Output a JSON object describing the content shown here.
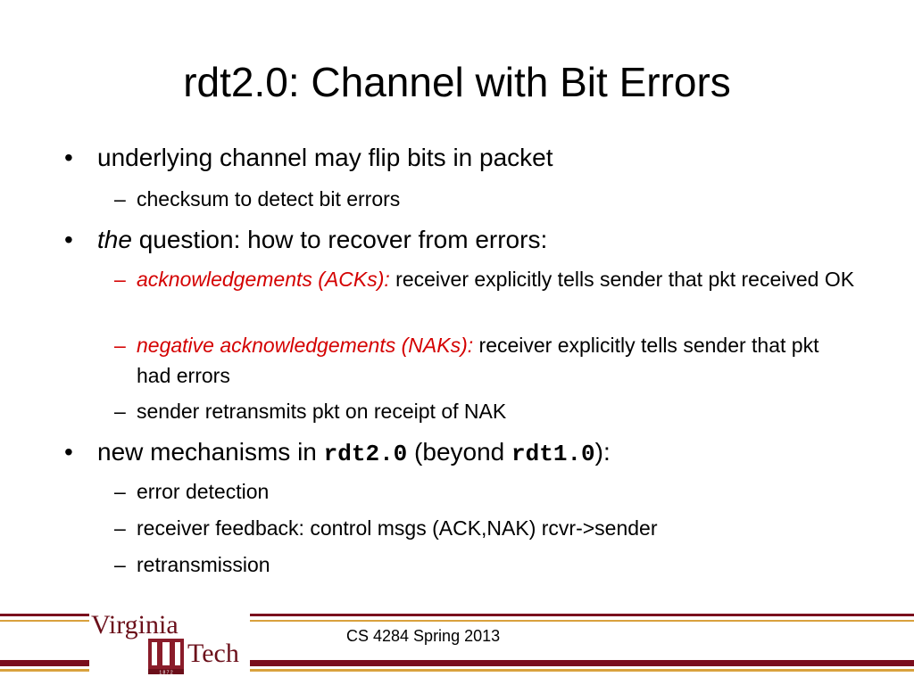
{
  "slide": {
    "title": "rdt2.0: Channel with Bit Errors",
    "bullets": {
      "b1": {
        "bullet": "•",
        "text": "underlying channel may flip bits in packet"
      },
      "b1_1": {
        "dash": "–",
        "text": "checksum to detect bit errors"
      },
      "b2": {
        "bullet": "•",
        "em": "the",
        "text": " question: how to recover from errors:"
      },
      "b2_1": {
        "dash": "–",
        "term": "acknowledgements (ACKs):",
        "text": " receiver explicitly tells sender that pkt received OK"
      },
      "b2_2": {
        "dash": "–",
        "term": "negative acknowledgements (NAKs):",
        "text": " receiver explicitly tells sender that pkt had errors"
      },
      "b2_3": {
        "dash": "–",
        "text": "sender retransmits pkt on receipt of NAK"
      },
      "b3": {
        "bullet": "•",
        "pre": "new mechanisms in ",
        "code1": "rdt2.0",
        "mid": " (beyond ",
        "code2": "rdt1.0",
        "post": "):"
      },
      "b3_1": {
        "dash": "–",
        "text": "error detection"
      },
      "b3_2": {
        "dash": "–",
        "text": "receiver feedback: control msgs (ACK,NAK) rcvr->sender"
      },
      "b3_3": {
        "dash": "–",
        "text": "retransmission"
      }
    }
  },
  "footer": {
    "course": "CS 4284 Spring 2013",
    "logo": {
      "line1": "Virginia",
      "line2": "Tech",
      "year": "1 8 7 2"
    }
  },
  "colors": {
    "maroon": "#7a0d1d",
    "orange": "#d9a13d",
    "term_red": "#d40000"
  }
}
